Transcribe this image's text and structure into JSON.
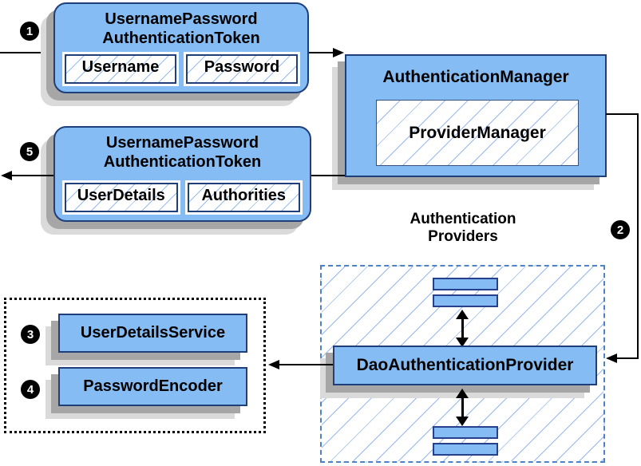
{
  "steps": {
    "s1": "1",
    "s2": "2",
    "s3": "3",
    "s4": "4",
    "s5": "5"
  },
  "request_token": {
    "title_line1": "UsernamePassword",
    "title_line2": "AuthenticationToken",
    "field1": "Username",
    "field2": "Password"
  },
  "response_token": {
    "title_line1": "UsernamePassword",
    "title_line2": "AuthenticationToken",
    "field1": "UserDetails",
    "field2": "Authorities"
  },
  "authentication_manager": {
    "title": "AuthenticationManager",
    "inner": "ProviderManager"
  },
  "authentication_providers": {
    "title_line1": "Authentication",
    "title_line2": "Providers",
    "provider": "DaoAuthenticationProvider"
  },
  "services": {
    "user_details_service": "UserDetailsService",
    "password_encoder": "PasswordEncoder"
  },
  "colors": {
    "box_fill": "#85bcf4",
    "box_border": "#1e3f7a",
    "hatch_line": "#7daaeb",
    "dashed_border": "#4d82c4",
    "shadow_dark": "#a6a6a6",
    "shadow_light": "#dadada",
    "connector": "#000000"
  }
}
